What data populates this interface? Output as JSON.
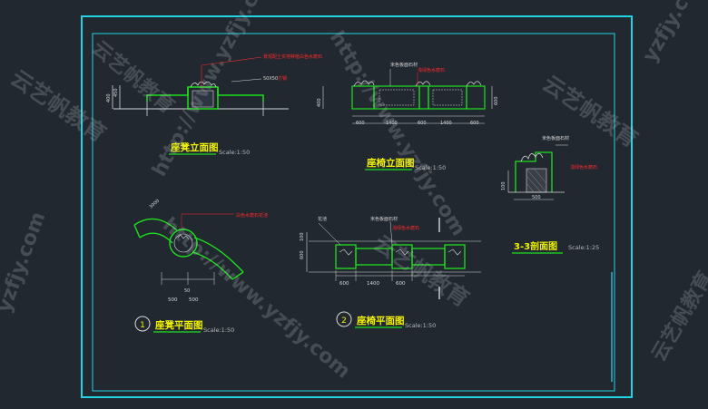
{
  "colors": {
    "background": "#212830",
    "frame": "#22d3e4",
    "outline_green": "#1ee01e",
    "title_yellow": "#f2f200",
    "dimension_white": "#d8d8d8",
    "annotation_red": "#ff2a2a",
    "cyan_line": "#3fd0ff"
  },
  "drawings": {
    "bench_elevation": {
      "title": "座凳立面图",
      "scale": "Scale:1:50",
      "note_top": "景观配土实地种植白色水磨石",
      "note_size": "50X50",
      "note_side": "方钢",
      "dims": [
        "400",
        "450"
      ]
    },
    "chair_elevation": {
      "title": "座椅立面图",
      "scale": "Scale:1:50",
      "note_top": "米色板面石材",
      "note_red": "浅绿色水磨石",
      "dims": [
        "600",
        "1400",
        "600",
        "1400",
        "600",
        "400",
        "600"
      ]
    },
    "section_33": {
      "title": "3-3剖面图",
      "scale": "Scale:1:25",
      "note_top": "米色板面石材",
      "note_red": "浅绿色水磨石",
      "dims": [
        "100",
        "500"
      ]
    },
    "bench_plan": {
      "number": "1",
      "title": "座凳平面图",
      "scale": "Scale:1:50",
      "note": "白色水磨石花池",
      "dims": [
        "500",
        "500",
        "50"
      ],
      "dim_slanted": "3000"
    },
    "chair_plan": {
      "number": "2",
      "title": "座椅平面图",
      "scale": "Scale:1:50",
      "note_left": "花池",
      "note_top": "米色板面石材",
      "note_red": "浅绿色水磨石",
      "dims": [
        "600",
        "1400",
        "600"
      ],
      "dims_side": [
        "600",
        "100"
      ]
    }
  },
  "watermarks": [
    "http://www.yzfjy.com",
    "云艺帆教育",
    "yzfjy.com",
    "http://www.yzfjy.com",
    "云艺帆教育",
    "云艺帆教育",
    "http://www.yzfjy.com",
    "yzfjy.com",
    "云艺帆教育",
    "云艺帆教育"
  ]
}
